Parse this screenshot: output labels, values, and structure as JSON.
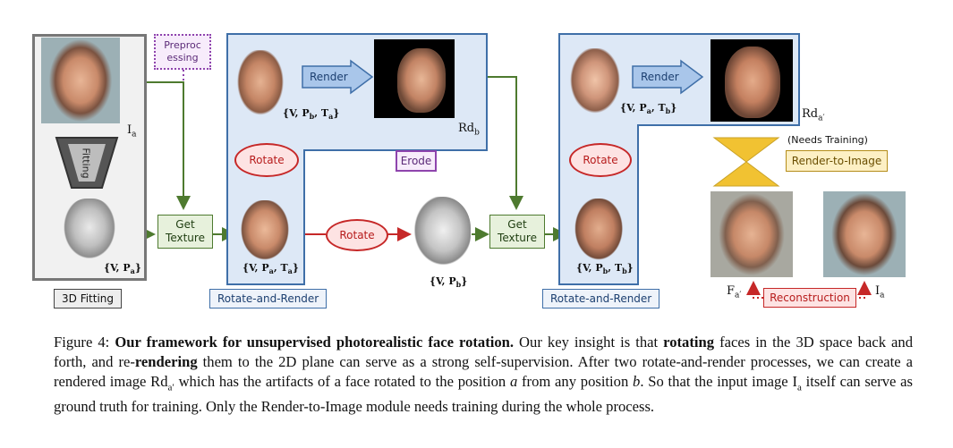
{
  "figure": {
    "preprocessing": "Preprocessing",
    "fitting": "Fitting",
    "i_a": "I",
    "i_a_sub": "a",
    "v_pa": "{V, P",
    "v_pa_sub": "a",
    "v_pa_close": "}",
    "get_texture": "Get Texture",
    "box_3d_fitting": "3D Fitting",
    "render": "Render",
    "rotate": "Rotate",
    "erode": "Erode",
    "rd_b": "Rd",
    "rd_b_sub": "b",
    "params_top1": "{V, P",
    "params_top1_sub1": "b",
    "params_top1_mid": ", T",
    "params_top1_sub2": "a",
    "params_bottom1": "{V, P",
    "params_bottom1_sub1": "a",
    "params_bottom1_mid": ", T",
    "params_bottom1_sub2": "a",
    "v_pb": "{V, P",
    "v_pb_sub": "b",
    "params_top2": "{V, P",
    "params_top2_sub1": "a",
    "params_top2_mid": ", T",
    "params_top2_sub2": "b",
    "params_bottom2": "{V, P",
    "params_bottom2_sub1": "b",
    "params_bottom2_mid": ", T",
    "params_bottom2_sub2": "b",
    "rotate_and_render": "Rotate-and-Render",
    "rd_a_prime": "Rd",
    "rd_a_prime_sub": "a′",
    "needs_training": "(Needs Training)",
    "render_to_image": "Render-to-Image",
    "f_a_prime": "F",
    "f_a_prime_sub": "a′",
    "reconstruction": "Reconstruction",
    "i_a2": "I",
    "i_a2_sub": "a"
  },
  "caption": {
    "label": "Figure 4: ",
    "bold_title": "Our framework for unsupervised photorealistic face rotation.",
    "t1": " Our key insight is that ",
    "bold_rotating": "rotating",
    "t2": " faces in the 3D space back and forth, and re-",
    "bold_rendering": "rendering",
    "t3": " them to the 2D plane can serve as a strong self-supervision. After two rotate-and-render processes, we can create a rendered image ",
    "rd": "Rd",
    "rd_sub": "a′",
    "t4": " which has the artifacts of a face rotated to the position ",
    "a": "a",
    "t5": " from any position ",
    "b": "b",
    "t6": ". So that the input image ",
    "ia": "I",
    "ia_sub": "a",
    "t7": " itself can serve as ground truth for training. Only the Render-to-Image module needs training during the whole process."
  },
  "colors": {
    "green": "#4e7a2f",
    "red": "#c62828",
    "blue": "#3f6fa8",
    "purple": "#8e44ad",
    "gold": "#f1c232"
  }
}
